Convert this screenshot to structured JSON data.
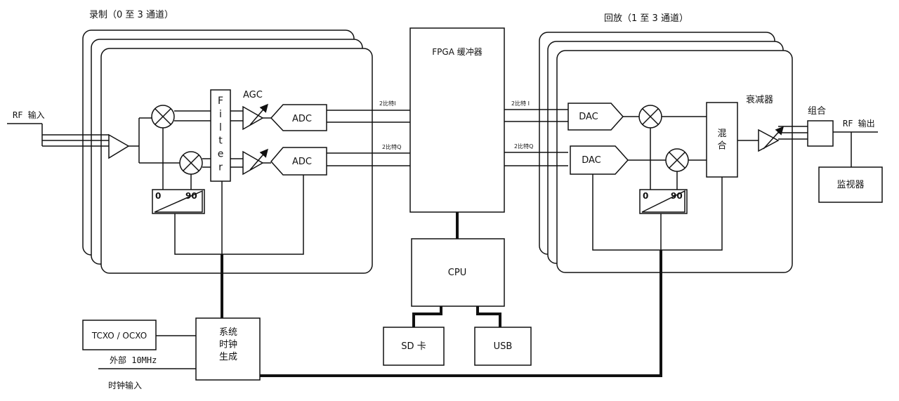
{
  "record": {
    "title": "录制（0 至 3 通道）",
    "rf_input": "RF 输入",
    "filter_label": "F\ni\nl\nt\ne\nr",
    "agc": "AGC",
    "adc_top": "ADC",
    "adc_bottom": "ADC",
    "phase_0": "0",
    "phase_90": "90"
  },
  "center": {
    "fpga": "FPGA 缓冲器",
    "bits_i_left": "2比特I",
    "bits_q_left": "2比特Q",
    "bits_i_right": "2比特 I",
    "bits_q_right": "2比特Q",
    "cpu": "CPU",
    "sd": "SD 卡",
    "usb": "USB"
  },
  "playback": {
    "title": "回放（1 至 3 通道）",
    "dac_top": "DAC",
    "dac_bottom": "DAC",
    "mix": "混\n合",
    "attenuator": "衰减器",
    "combine": "组合",
    "rf_output": "RF 输出",
    "monitor": "监视器",
    "phase_0": "0",
    "phase_90": "90"
  },
  "clock": {
    "tcxo": "TCXO / OCXO",
    "ext": "外部 10MHz",
    "clock_in": "时钟输入",
    "sys_clock": "系统\n时钟\n生成"
  }
}
